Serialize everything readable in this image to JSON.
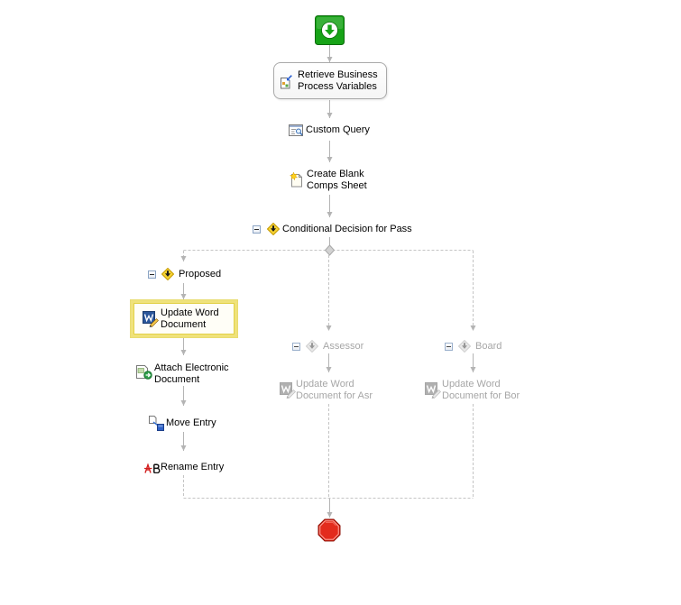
{
  "colors": {
    "canvas_bg": "#ffffff",
    "text": "#000000",
    "disabled_text": "#a6a6a6",
    "connector": "#b4b4b4",
    "dashed_connector": "#c4c4c4",
    "start_fill": "#17a317",
    "stop_fill": "#e32b1d",
    "selection": "#efe27a",
    "decision_fill": "#f6d233",
    "word_blue": "#2b579a"
  },
  "start": {
    "icon": "start-arrow-icon"
  },
  "nodes": {
    "retrieve": {
      "icon": "retrieve-variables-icon",
      "line1": "Retrieve Business",
      "line2": "Process Variables"
    },
    "query": {
      "icon": "custom-query-icon",
      "label": "Custom Query"
    },
    "create_sheet": {
      "icon": "create-document-icon",
      "line1": "Create Blank",
      "line2": "Comps Sheet"
    }
  },
  "decision": {
    "icon": "conditional-decision-icon",
    "label": "Conditional Decision for Pass",
    "expanded": true
  },
  "branches": [
    {
      "label": "Proposed",
      "icon": "branch-decision-icon",
      "enabled": true,
      "expanded": true,
      "steps": [
        {
          "icon": "word-document-icon",
          "line1": "Update Word",
          "line2": "Document",
          "selected": true
        },
        {
          "icon": "attach-document-icon",
          "line1": "Attach Electronic",
          "line2": "Document"
        },
        {
          "icon": "move-entry-icon",
          "label": "Move Entry"
        },
        {
          "icon": "rename-entry-icon",
          "label": "Rename Entry"
        }
      ]
    },
    {
      "label": "Assessor",
      "icon": "branch-decision-icon",
      "enabled": false,
      "expanded": true,
      "steps": [
        {
          "icon": "word-document-icon",
          "line1": "Update Word",
          "line2": "Document for Asr"
        }
      ]
    },
    {
      "label": "Board",
      "icon": "branch-decision-icon",
      "enabled": false,
      "expanded": true,
      "steps": [
        {
          "icon": "word-document-icon",
          "line1": "Update Word",
          "line2": "Document for Bor"
        }
      ]
    }
  ],
  "end": {
    "icon": "stop-icon"
  }
}
